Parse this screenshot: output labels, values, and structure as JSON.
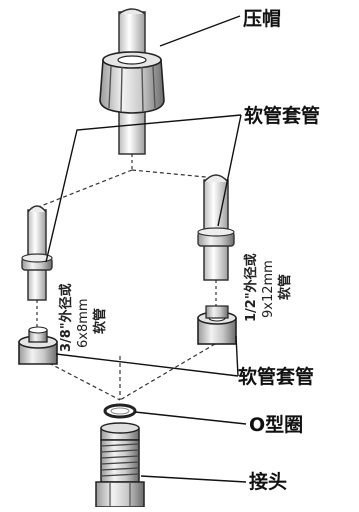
{
  "labels": {
    "cap_nut": "压帽",
    "tube_insert_top": "软管套管",
    "tube_insert_bottom": "软管套管",
    "o_ring": "O型圈",
    "connector": "接头"
  },
  "tubing": {
    "left": {
      "line1": "3/8\"外径或",
      "line2": "6x8mm",
      "line3": "软管"
    },
    "right": {
      "line1": "1/2\"外径或",
      "line2": "9x12mm",
      "line3": "软管"
    }
  }
}
